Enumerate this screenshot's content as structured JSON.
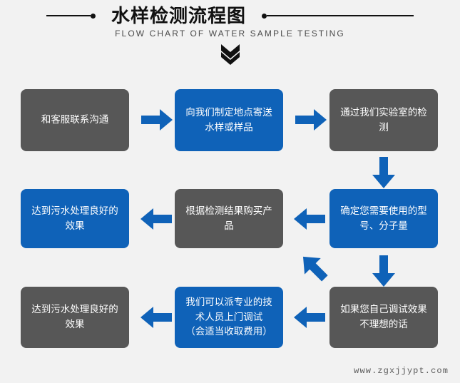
{
  "header": {
    "title": "水样检测流程图",
    "subtitle": "FLOW CHART OF WATER SAMPLE TESTING",
    "chevron_icon": "double-chevron-down-icon",
    "rule_color": "#111111"
  },
  "palette": {
    "background": "#f2f2f2",
    "gray_box": "#575757",
    "blue_box": "#0f62b8",
    "arrow_blue": "#0f62b8",
    "box_text": "#ffffff"
  },
  "flow": {
    "rows": [
      {
        "row": 1,
        "boxes": [
          {
            "id": "step-1",
            "color": "gray",
            "lines": [
              "和客服联系沟通"
            ]
          },
          {
            "id": "step-2",
            "color": "blue",
            "lines": [
              "向我们制定地点寄送",
              "水样或样品"
            ]
          },
          {
            "id": "step-3",
            "color": "gray",
            "lines": [
              "通过我们实验室的检",
              "测"
            ]
          }
        ]
      },
      {
        "row": 2,
        "boxes": [
          {
            "id": "step-6",
            "color": "blue",
            "lines": [
              "达到污水处理良好的",
              "效果"
            ]
          },
          {
            "id": "step-5",
            "color": "gray",
            "lines": [
              "根据检测结果购买产",
              "品"
            ]
          },
          {
            "id": "step-4",
            "color": "blue",
            "lines": [
              "确定您需要使用的型",
              "号、分子量"
            ]
          }
        ]
      },
      {
        "row": 3,
        "boxes": [
          {
            "id": "step-9",
            "color": "gray",
            "lines": [
              "达到污水处理良好的",
              "效果"
            ]
          },
          {
            "id": "step-8",
            "color": "blue",
            "lines": [
              "我们可以派专业的技",
              "术人员上门调试",
              "（会适当收取费用）"
            ]
          },
          {
            "id": "step-7",
            "color": "gray",
            "lines": [
              "如果您自己调试效果",
              "不理想的话"
            ]
          }
        ]
      }
    ],
    "connectors": [
      {
        "id": "conn-1-2",
        "icon": "arrow-right-icon",
        "direction": "right"
      },
      {
        "id": "conn-2-3",
        "icon": "arrow-right-icon",
        "direction": "right"
      },
      {
        "id": "conn-3-4",
        "icon": "arrow-down-icon",
        "direction": "down"
      },
      {
        "id": "conn-4-5",
        "icon": "arrow-left-icon",
        "direction": "left"
      },
      {
        "id": "conn-5-6",
        "icon": "arrow-left-icon",
        "direction": "left"
      },
      {
        "id": "conn-4-8",
        "icon": "arrow-down-left-icon",
        "direction": "down-left"
      },
      {
        "id": "conn-4-7",
        "icon": "arrow-down-icon",
        "direction": "down"
      },
      {
        "id": "conn-7-8",
        "icon": "arrow-left-icon",
        "direction": "left"
      },
      {
        "id": "conn-8-9",
        "icon": "arrow-left-icon",
        "direction": "left"
      }
    ]
  },
  "watermark": {
    "text": "www.zgxjjypt.com"
  }
}
